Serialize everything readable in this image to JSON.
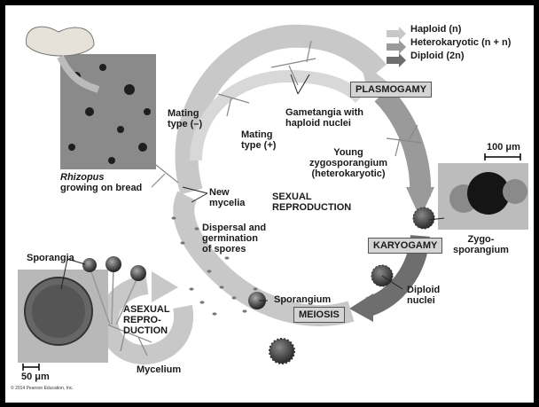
{
  "legend": {
    "haploid": "Haploid (n)",
    "heterokaryotic": "Heterokaryotic (n + n)",
    "diploid": "Diploid (2n)"
  },
  "stages": {
    "plasmogamy": "PLASMOGAMY",
    "karyogamy": "KARYOGAMY",
    "meiosis": "MEIOSIS"
  },
  "labels": {
    "rhizopus": "Rhizopus",
    "growing_on_bread": "growing on bread",
    "mating_minus_1": "Mating",
    "mating_minus_2": "type (–)",
    "mating_plus_1": "Mating",
    "mating_plus_2": "type (+)",
    "gametangia_1": "Gametangia with",
    "gametangia_2": "haploid nuclei",
    "young_zygo_1": "Young",
    "young_zygo_2": "zygosporangium",
    "young_zygo_3": "(heterokaryotic)",
    "new_mycelia_1": "New",
    "new_mycelia_2": "mycelia",
    "sexual_1": "SEXUAL",
    "sexual_2": "REPRODUCTION",
    "dispersal_1": "Dispersal and",
    "dispersal_2": "germination",
    "dispersal_3": "of spores",
    "sporangia": "Sporangia",
    "asexual_1": "ASEXUAL",
    "asexual_2": "REPRO-",
    "asexual_3": "DUCTION",
    "sporangium": "Sporangium",
    "zygo_1": "Zygo-",
    "zygo_2": "sporangium",
    "diploid_nuclei_1": "Diploid",
    "diploid_nuclei_2": "nuclei",
    "mycelium": "Mycelium"
  },
  "scale_bars": {
    "top_right": "100 μm",
    "bottom_left": "50 μm"
  },
  "copyright": "© 2014 Pearson Education, Inc.",
  "colors": {
    "haploid_arrow": "#c8c8c8",
    "heterokaryotic_arrow": "#9a9a9a",
    "diploid_arrow": "#6e6e6e",
    "stage_box": "#d4d4d4"
  }
}
